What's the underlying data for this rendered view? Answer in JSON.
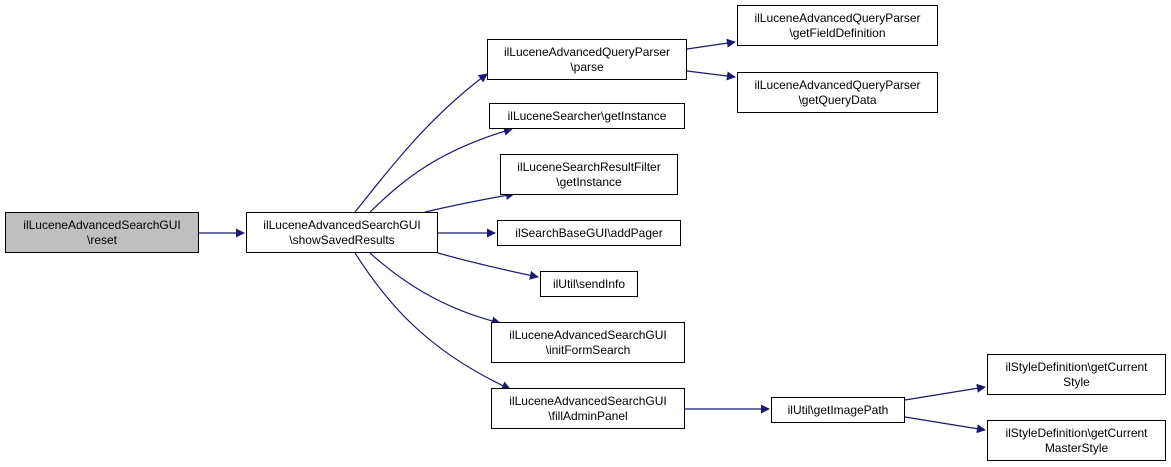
{
  "graph": {
    "nodes": [
      {
        "id": "reset",
        "root": true,
        "lines": [
          "ilLuceneAdvancedSearchGUI",
          "\\reset"
        ]
      },
      {
        "id": "show",
        "lines": [
          "ilLuceneAdvancedSearchGUI",
          "\\showSavedResults"
        ]
      },
      {
        "id": "parse",
        "lines": [
          "ilLuceneAdvancedQueryParser",
          "\\parse"
        ]
      },
      {
        "id": "getField",
        "lines": [
          "ilLuceneAdvancedQueryParser",
          "\\getFieldDefinition"
        ]
      },
      {
        "id": "getQuery",
        "lines": [
          "ilLuceneAdvancedQueryParser",
          "\\getQueryData"
        ]
      },
      {
        "id": "searcher",
        "lines": [
          "ilLuceneSearcher\\getInstance"
        ]
      },
      {
        "id": "filter",
        "lines": [
          "ilLuceneSearchResultFilter",
          "\\getInstance"
        ]
      },
      {
        "id": "pager",
        "lines": [
          "ilSearchBaseGUI\\addPager"
        ]
      },
      {
        "id": "sendInfo",
        "lines": [
          "ilUtil\\sendInfo"
        ]
      },
      {
        "id": "initForm",
        "lines": [
          "ilLuceneAdvancedSearchGUI",
          "\\initFormSearch"
        ]
      },
      {
        "id": "fillAdmin",
        "lines": [
          "ilLuceneAdvancedSearchGUI",
          "\\fillAdminPanel"
        ]
      },
      {
        "id": "imagePath",
        "lines": [
          "ilUtil\\getImagePath"
        ]
      },
      {
        "id": "curStyle",
        "lines": [
          "ilStyleDefinition\\getCurrent",
          "Style"
        ]
      },
      {
        "id": "curMaster",
        "lines": [
          "ilStyleDefinition\\getCurrent",
          "MasterStyle"
        ]
      }
    ],
    "edges": [
      {
        "from": "reset",
        "to": "show"
      },
      {
        "from": "show",
        "to": "parse"
      },
      {
        "from": "show",
        "to": "searcher"
      },
      {
        "from": "show",
        "to": "filter"
      },
      {
        "from": "show",
        "to": "pager"
      },
      {
        "from": "show",
        "to": "sendInfo"
      },
      {
        "from": "show",
        "to": "initForm"
      },
      {
        "from": "show",
        "to": "fillAdmin"
      },
      {
        "from": "parse",
        "to": "getField"
      },
      {
        "from": "parse",
        "to": "getQuery"
      },
      {
        "from": "fillAdmin",
        "to": "imagePath"
      },
      {
        "from": "imagePath",
        "to": "curStyle"
      },
      {
        "from": "imagePath",
        "to": "curMaster"
      }
    ]
  }
}
